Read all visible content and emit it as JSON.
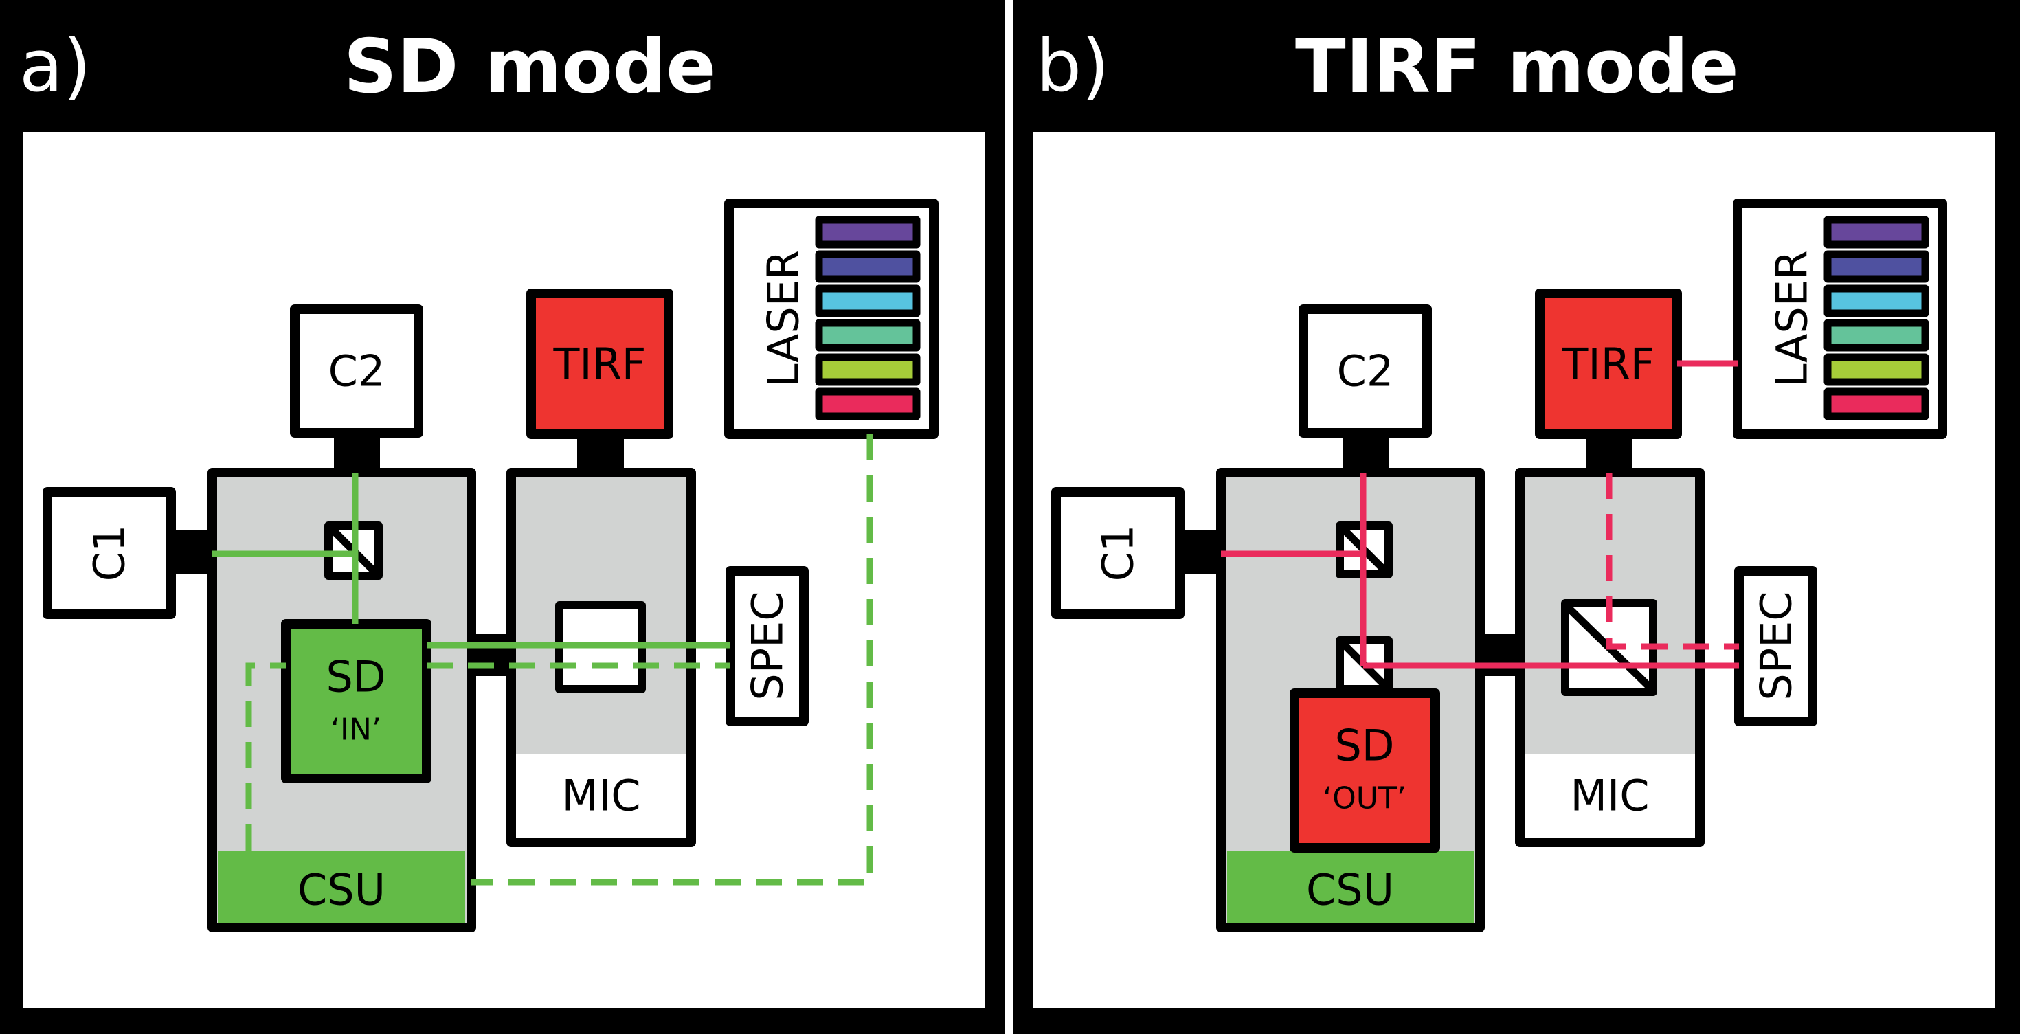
{
  "panels": [
    {
      "letter": "a)",
      "title": "SD mode",
      "mode": "SD",
      "components": {
        "c1": "C1",
        "c2": "C2",
        "tirf": "TIRF",
        "laser": "LASER",
        "spec": "SPEC",
        "mic": "MIC",
        "csu": "CSU",
        "sd": "SD",
        "sd_state": "‘IN’"
      },
      "sd_color": "#63bb47",
      "beam_color": "#63bb47"
    },
    {
      "letter": "b)",
      "title": "TIRF mode",
      "mode": "TIRF",
      "components": {
        "c1": "C1",
        "c2": "C2",
        "tirf": "TIRF",
        "laser": "LASER",
        "spec": "SPEC",
        "mic": "MIC",
        "csu": "CSU",
        "sd": "SD",
        "sd_state": "‘OUT’"
      },
      "sd_color": "#ee3430",
      "beam_color": "#ea2b5c"
    }
  ],
  "colors": {
    "tirf": "#ee3430",
    "csu": "#63bb47",
    "housing_grey": "#d1d3d2",
    "laser_lines": [
      "#67479b",
      "#4f51a0",
      "#57c4e0",
      "#64c39a",
      "#a6cd39",
      "#ea2b5c"
    ]
  }
}
